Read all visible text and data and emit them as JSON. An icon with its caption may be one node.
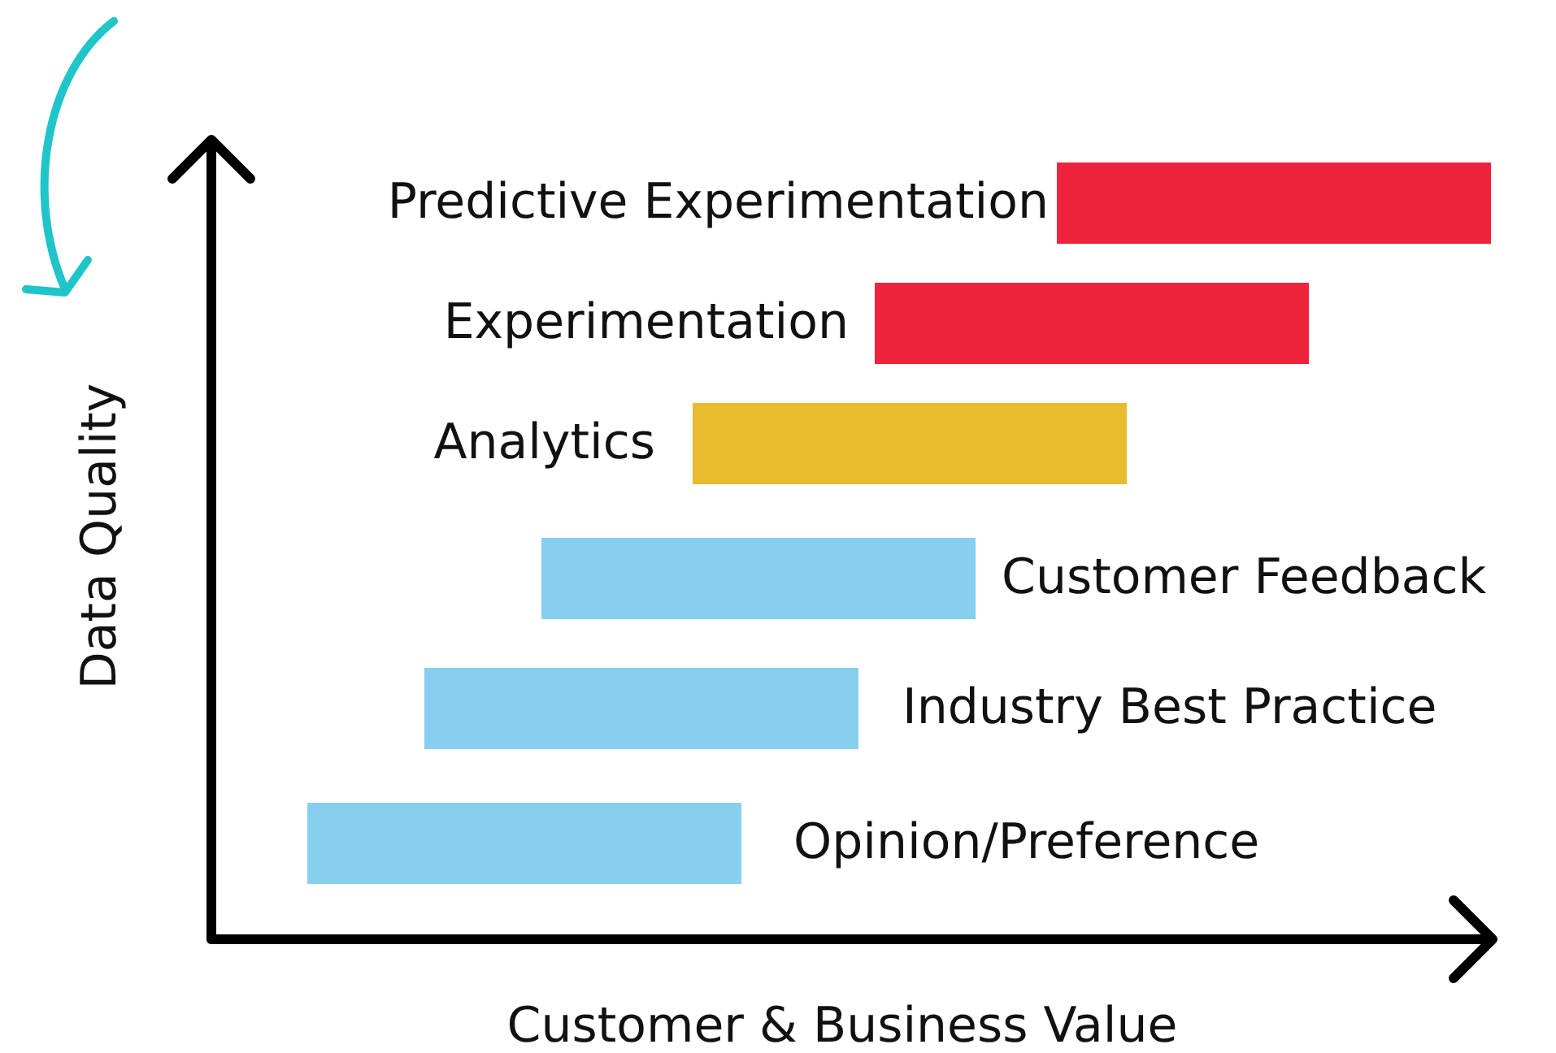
{
  "diagram": {
    "nodes": [
      {
        "text": [],
        "shape": "bar",
        "beside": [
          "Predictive Experimentation"
        ]
      },
      {
        "text": [],
        "shape": "bar",
        "beside": [
          "Experimentation"
        ]
      },
      {
        "text": [],
        "shape": "bar",
        "beside": [
          "Analytics"
        ]
      },
      {
        "text": [],
        "shape": "bar",
        "beside": [
          "Customer Feedback"
        ]
      },
      {
        "text": [],
        "shape": "bar",
        "beside": [
          "Industry Best Practice"
        ]
      },
      {
        "text": [],
        "shape": "bar",
        "beside": [
          "Opinion/Preference"
        ]
      }
    ],
    "labels": [
      "Data Quality",
      "Customer & Business Value"
    ]
  }
}
